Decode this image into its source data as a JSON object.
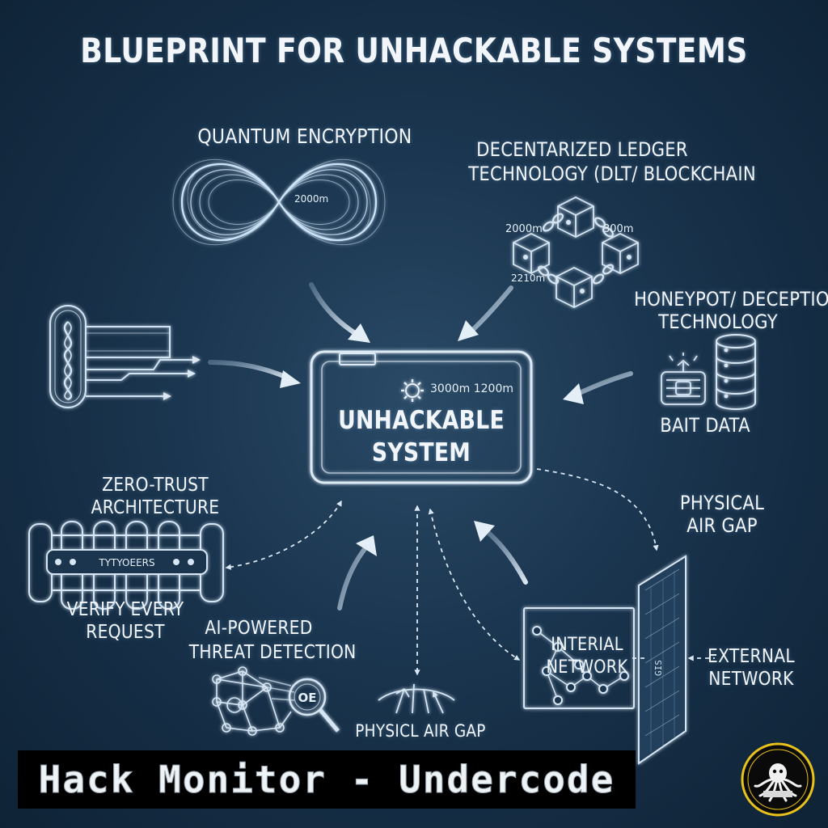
{
  "title": "BLUEPRINT FOR UNHACKABLE SYSTEMS",
  "center": {
    "line1": "UNHACKABLE",
    "line2": "SYSTEM",
    "spec": "3000m 1200m"
  },
  "quantum": {
    "label": "QUANTUM ENCRYPTION",
    "annotation": "2000m"
  },
  "ledger": {
    "line1": "DECENTARIZED LEDGER",
    "line2": "TECHNOLOGY (DLT/ BLOCKCHAIN",
    "annotation_a": "2000m",
    "annotation_b": "300m",
    "annotation_c": "2210m"
  },
  "honeypot": {
    "line1": "HONEYPOT/ DECEPTION",
    "line2": "TECHNOLOGY",
    "bait": "BAIT DATA"
  },
  "zero_trust": {
    "line1": "ZERO-TRUST",
    "line2": "ARCHITECTURE",
    "device_text": "TYTYOEERS",
    "verify1": "VERIFY EVERY",
    "verify2": "REQUEST"
  },
  "ai": {
    "line1": "AI-POWERED",
    "line2": "THREAT DETECTION",
    "lens_text": "OE"
  },
  "physical_gap_bottom": "PHYSICL AIR GAP",
  "physical_gap_right": {
    "line1": "PHYSICAL",
    "line2": "AIR GAP"
  },
  "internal": {
    "line1": "INTERIAL",
    "line2": "NETWORK"
  },
  "external": {
    "line1": "EXTERNAL",
    "line2": "NETWORK",
    "wall_text": "GIS"
  },
  "banner": "Hack Monitor - Undercode",
  "colors": {
    "background": "#1b3650",
    "line": "#d8e8f6",
    "glow": "#8cc4ee",
    "banner_bg": "#000000",
    "logo_ring": "#e6c21a"
  }
}
